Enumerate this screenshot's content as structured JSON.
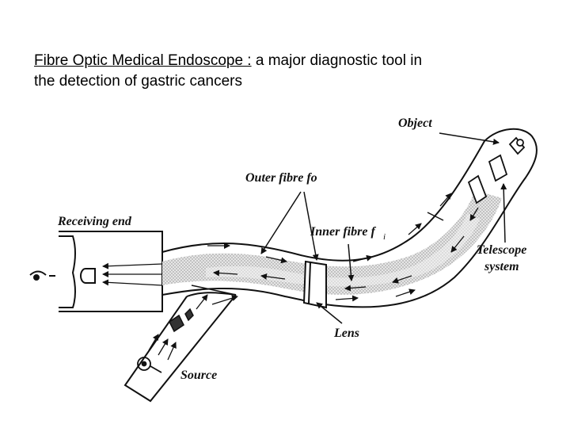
{
  "slide": {
    "title": "Fibre Optic Medical Endoscope :",
    "title_rest": " a major diagnostic tool in",
    "title_line2": "the detection of gastric cancers"
  },
  "diagram": {
    "labels": {
      "object": "Object",
      "outer_fibre": "Outer fibre  fo",
      "receiving_end": "Receiving end",
      "inner_fibre": "Inner  fibre  f",
      "inner_fibre_sub": "i",
      "telescope_1": "Telescope",
      "telescope_2": "system",
      "lens": "Lens",
      "source": "Source"
    }
  },
  "colors": {
    "ink": "#111111",
    "fibre_fill": "#cfcfcf",
    "background": "#ffffff"
  }
}
